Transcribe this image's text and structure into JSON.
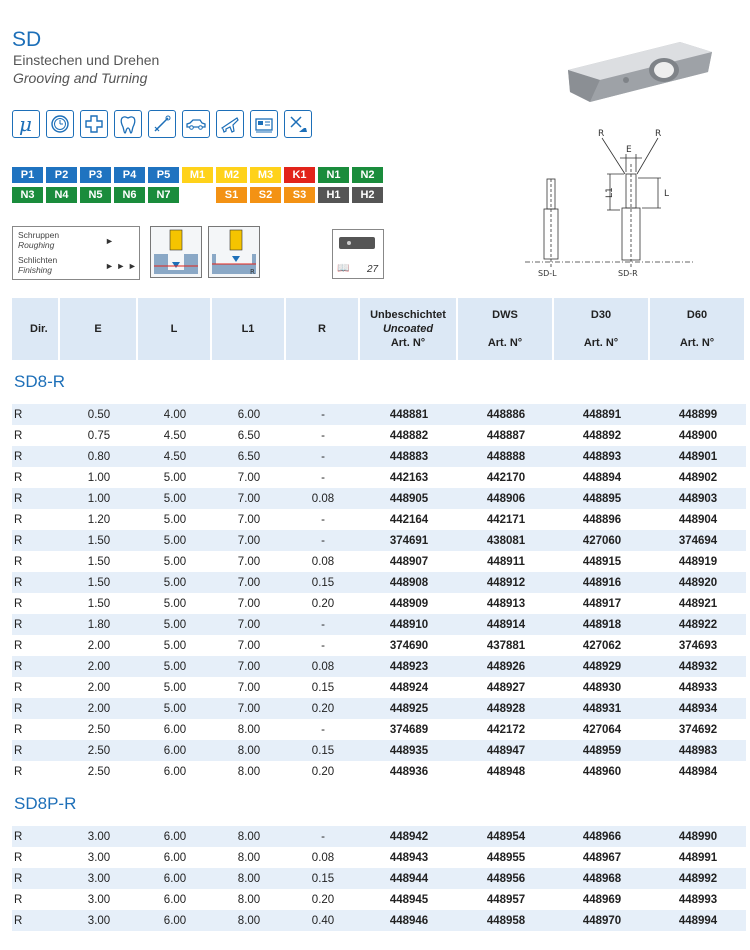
{
  "header": {
    "title": "SD",
    "subtitle_de": "Einstechen und Drehen",
    "subtitle_en": "Grooving and Turning"
  },
  "app_icons": [
    "micro-icon",
    "watch-icon",
    "medical-cross-icon",
    "tooth-icon",
    "precision-tool-icon",
    "car-icon",
    "airplane-icon",
    "machine-icon",
    "tools-icon"
  ],
  "grades": {
    "row1": [
      {
        "label": "P1",
        "color": "#1f73c0"
      },
      {
        "label": "P2",
        "color": "#1f73c0"
      },
      {
        "label": "P3",
        "color": "#1f73c0"
      },
      {
        "label": "P4",
        "color": "#1f73c0"
      },
      {
        "label": "P5",
        "color": "#1f73c0"
      },
      {
        "label": "M1",
        "color": "#ffd21a"
      },
      {
        "label": "M2",
        "color": "#ffd21a"
      },
      {
        "label": "M3",
        "color": "#ffd21a"
      },
      {
        "label": "K1",
        "color": "#e2231a"
      },
      {
        "label": "N1",
        "color": "#1a8c3c"
      },
      {
        "label": "N2",
        "color": "#1a8c3c"
      }
    ],
    "row2": [
      {
        "label": "N3",
        "color": "#1a8c3c"
      },
      {
        "label": "N4",
        "color": "#1a8c3c"
      },
      {
        "label": "N5",
        "color": "#1a8c3c"
      },
      {
        "label": "N6",
        "color": "#1a8c3c"
      },
      {
        "label": "N7",
        "color": "#1a8c3c"
      },
      {
        "label": "",
        "color": ""
      },
      {
        "label": "S1",
        "color": "#f39214"
      },
      {
        "label": "S2",
        "color": "#f39214"
      },
      {
        "label": "S3",
        "color": "#f39214"
      },
      {
        "label": "H1",
        "color": "#555555"
      },
      {
        "label": "H2",
        "color": "#555555"
      }
    ]
  },
  "legend": {
    "roughing_de": "Schruppen",
    "roughing_en": "Roughing",
    "roughing_arrows": "►",
    "finishing_de": "Schlichten",
    "finishing_en": "Finishing",
    "finishing_arrows": "► ► ►"
  },
  "catalog_ref": "27",
  "drawing": {
    "R_left": "R",
    "R_right": "R",
    "E": "E",
    "L1": "L1",
    "L": "L",
    "sd_l": "SD-L",
    "sd_r": "SD-R"
  },
  "table": {
    "headers": {
      "dir": "Dir.",
      "e": "E",
      "l": "L",
      "l1": "L1",
      "r": "R",
      "uncoated_de": "Unbeschichtet",
      "uncoated_en": "Uncoated",
      "art": "Art. N°",
      "dws": "DWS",
      "d30": "D30",
      "d60": "D60"
    },
    "sections": [
      {
        "name": "SD8-R",
        "rows": [
          [
            "R",
            "0.50",
            "4.00",
            "6.00",
            "-",
            "448881",
            "448886",
            "448891",
            "448899"
          ],
          [
            "R",
            "0.75",
            "4.50",
            "6.50",
            "-",
            "448882",
            "448887",
            "448892",
            "448900"
          ],
          [
            "R",
            "0.80",
            "4.50",
            "6.50",
            "-",
            "448883",
            "448888",
            "448893",
            "448901"
          ],
          [
            "R",
            "1.00",
            "5.00",
            "7.00",
            "-",
            "442163",
            "442170",
            "448894",
            "448902"
          ],
          [
            "R",
            "1.00",
            "5.00",
            "7.00",
            "0.08",
            "448905",
            "448906",
            "448895",
            "448903"
          ],
          [
            "R",
            "1.20",
            "5.00",
            "7.00",
            "-",
            "442164",
            "442171",
            "448896",
            "448904"
          ],
          [
            "R",
            "1.50",
            "5.00",
            "7.00",
            "-",
            "374691",
            "438081",
            "427060",
            "374694"
          ],
          [
            "R",
            "1.50",
            "5.00",
            "7.00",
            "0.08",
            "448907",
            "448911",
            "448915",
            "448919"
          ],
          [
            "R",
            "1.50",
            "5.00",
            "7.00",
            "0.15",
            "448908",
            "448912",
            "448916",
            "448920"
          ],
          [
            "R",
            "1.50",
            "5.00",
            "7.00",
            "0.20",
            "448909",
            "448913",
            "448917",
            "448921"
          ],
          [
            "R",
            "1.80",
            "5.00",
            "7.00",
            "-",
            "448910",
            "448914",
            "448918",
            "448922"
          ],
          [
            "R",
            "2.00",
            "5.00",
            "7.00",
            "-",
            "374690",
            "437881",
            "427062",
            "374693"
          ],
          [
            "R",
            "2.00",
            "5.00",
            "7.00",
            "0.08",
            "448923",
            "448926",
            "448929",
            "448932"
          ],
          [
            "R",
            "2.00",
            "5.00",
            "7.00",
            "0.15",
            "448924",
            "448927",
            "448930",
            "448933"
          ],
          [
            "R",
            "2.00",
            "5.00",
            "7.00",
            "0.20",
            "448925",
            "448928",
            "448931",
            "448934"
          ],
          [
            "R",
            "2.50",
            "6.00",
            "8.00",
            "-",
            "374689",
            "442172",
            "427064",
            "374692"
          ],
          [
            "R",
            "2.50",
            "6.00",
            "8.00",
            "0.15",
            "448935",
            "448947",
            "448959",
            "448983"
          ],
          [
            "R",
            "2.50",
            "6.00",
            "8.00",
            "0.20",
            "448936",
            "448948",
            "448960",
            "448984"
          ]
        ]
      },
      {
        "name": "SD8P-R",
        "rows": [
          [
            "R",
            "3.00",
            "6.00",
            "8.00",
            "-",
            "448942",
            "448954",
            "448966",
            "448990"
          ],
          [
            "R",
            "3.00",
            "6.00",
            "8.00",
            "0.08",
            "448943",
            "448955",
            "448967",
            "448991"
          ],
          [
            "R",
            "3.00",
            "6.00",
            "8.00",
            "0.15",
            "448944",
            "448956",
            "448968",
            "448992"
          ],
          [
            "R",
            "3.00",
            "6.00",
            "8.00",
            "0.20",
            "448945",
            "448957",
            "448969",
            "448993"
          ],
          [
            "R",
            "3.00",
            "6.00",
            "8.00",
            "0.40",
            "448946",
            "448958",
            "448970",
            "448994"
          ]
        ]
      }
    ]
  }
}
